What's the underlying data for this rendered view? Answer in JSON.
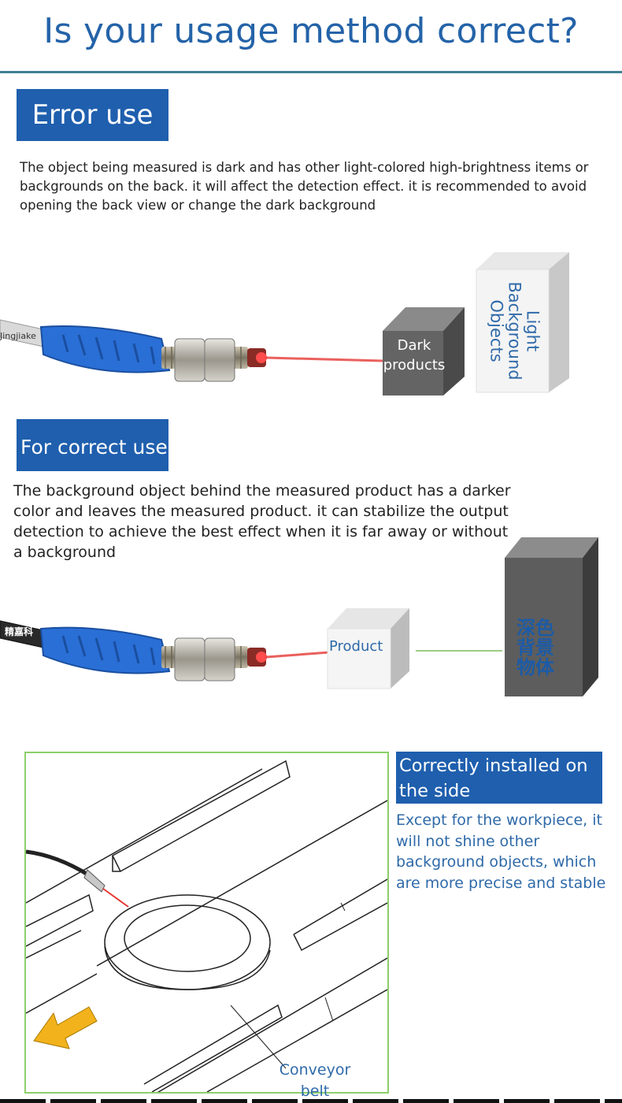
{
  "header": {
    "title": "Is your usage method correct?"
  },
  "error_section": {
    "tag": "Error use",
    "description": "The object being measured is dark and has other light-colored high-brightness items or backgrounds on the back. it will affect the detection effect. it is recommended to avoid opening the back view or change the dark background",
    "sensor_brand": "Jingjiake",
    "dark_box_label": "Dark products",
    "light_box_label_line1": "Light",
    "light_box_label_line2": "Background",
    "light_box_label_line3": "Objects"
  },
  "correct_section": {
    "tag": "For correct use",
    "description": "The background object behind the measured product has a darker color and leaves the measured product. it can stabilize the output detection to achieve the best effect when it is far away or without a background",
    "sensor_brand": "精嘉科",
    "product_label": "Product",
    "dark_bg_label": "深色背景物体"
  },
  "side_section": {
    "tag": "Correctly installed on the side",
    "description": "Except for the workpiece, it will not shine other background objects, which are more precise and stable",
    "conveyor_label": "Conveyor belt"
  },
  "colors": {
    "accent": "#1f5fae",
    "text_blue": "#2f6aa9",
    "sensor_blue": "#2a6fd6",
    "laser": "#e53935"
  }
}
